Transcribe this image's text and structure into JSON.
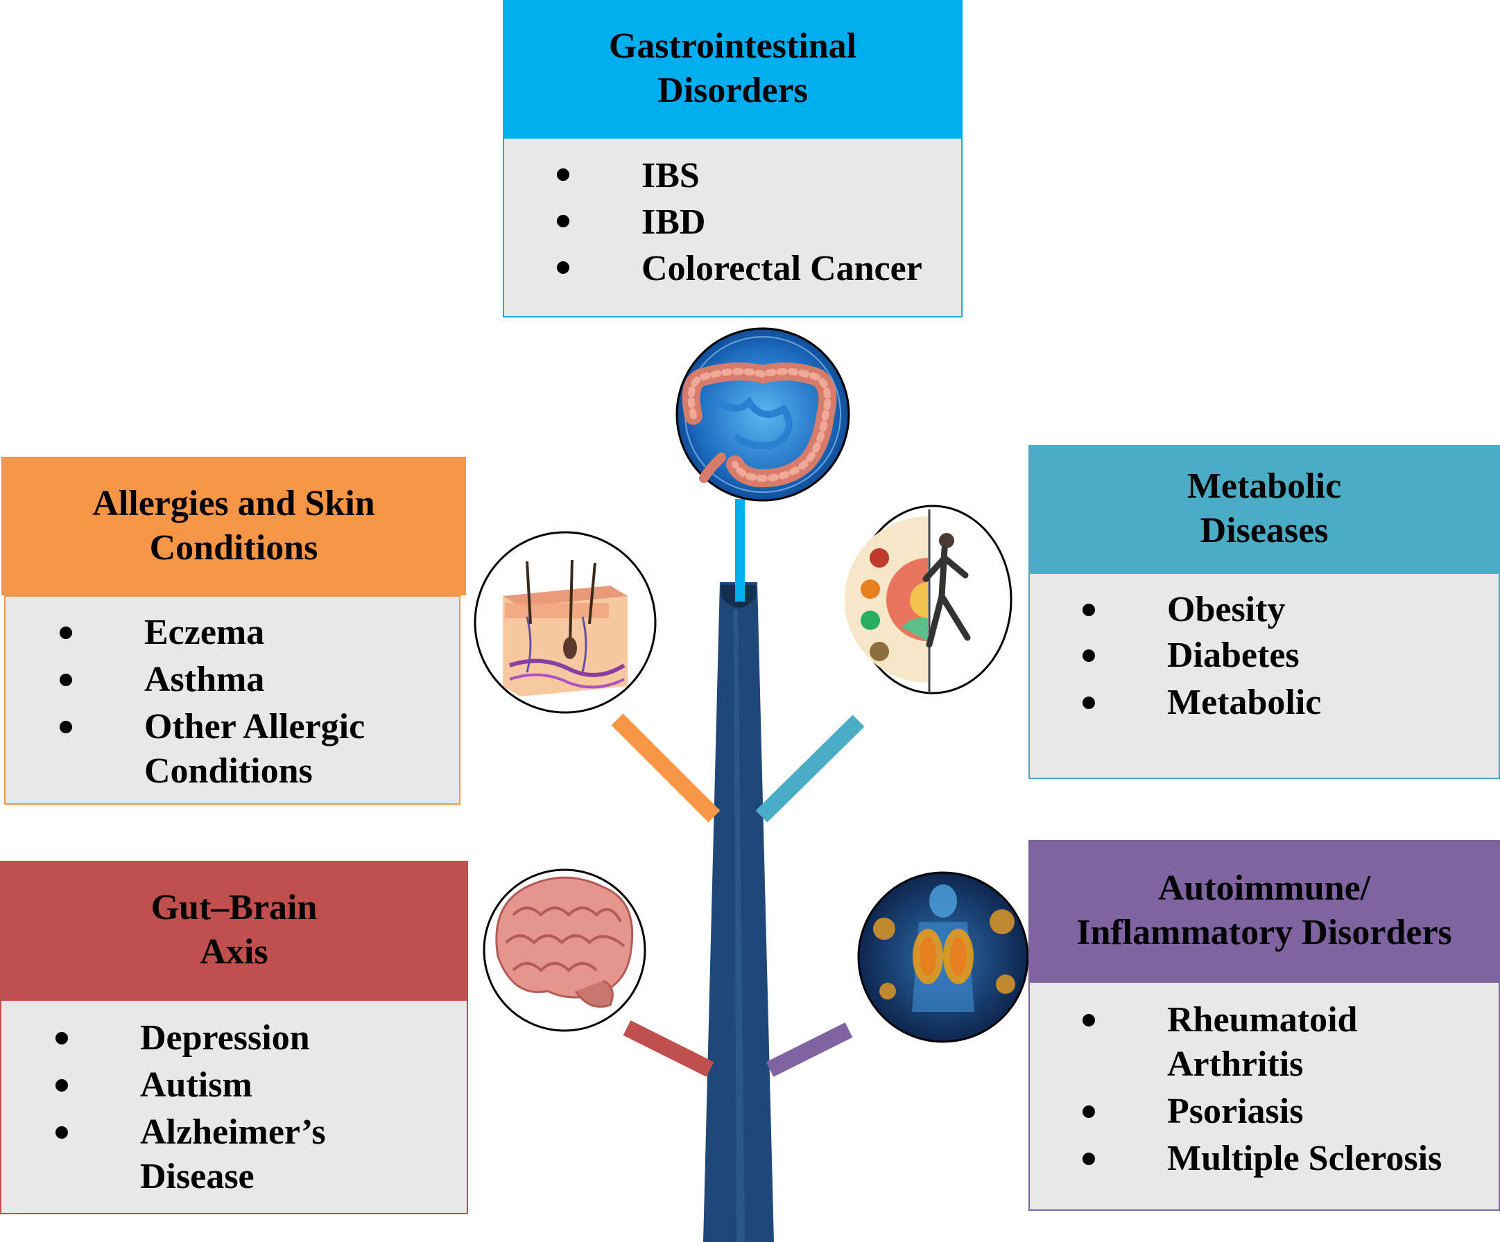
{
  "colors": {
    "trunk": "#1f4778",
    "trunk_dark": "#162f52",
    "gastro": "#00aeef",
    "allergy": "#f79646",
    "metabolic": "#4bacc6",
    "gutbrain": "#c0504d",
    "autoimmune": "#8064a2",
    "body_fill": "#e8e8e8"
  },
  "categories": {
    "gastro": {
      "title": [
        "Gastrointestinal",
        "Disorders"
      ],
      "items": [
        [
          "IBS"
        ],
        [
          "IBD"
        ],
        [
          "Colorectal Cancer"
        ]
      ],
      "icon": "colon-icon"
    },
    "allergy": {
      "title": [
        "Allergies and Skin",
        "Conditions"
      ],
      "items": [
        [
          "Eczema"
        ],
        [
          "Asthma"
        ],
        [
          "Other Allergic",
          "Conditions"
        ]
      ],
      "icon": "skin-layers-icon"
    },
    "metabolic": {
      "title": [
        "Metabolic",
        "Diseases"
      ],
      "items": [
        [
          "Obesity"
        ],
        [
          "Diabetes"
        ],
        [
          "Metabolic"
        ]
      ],
      "icon": "diet-exercise-icon"
    },
    "gutbrain": {
      "title": [
        "Gut–Brain",
        "Axis"
      ],
      "items": [
        [
          "Depression"
        ],
        [
          "Autism"
        ],
        [
          "Alzheimer’s",
          "Disease"
        ]
      ],
      "icon": "brain-icon"
    },
    "autoimmune": {
      "title": [
        "Autoimmune/",
        "Inflammatory Disorders"
      ],
      "items": [
        [
          "Rheumatoid",
          "Arthritis"
        ],
        [
          "Psoriasis"
        ],
        [
          "Multiple Sclerosis"
        ]
      ],
      "icon": "immune-body-icon"
    }
  }
}
